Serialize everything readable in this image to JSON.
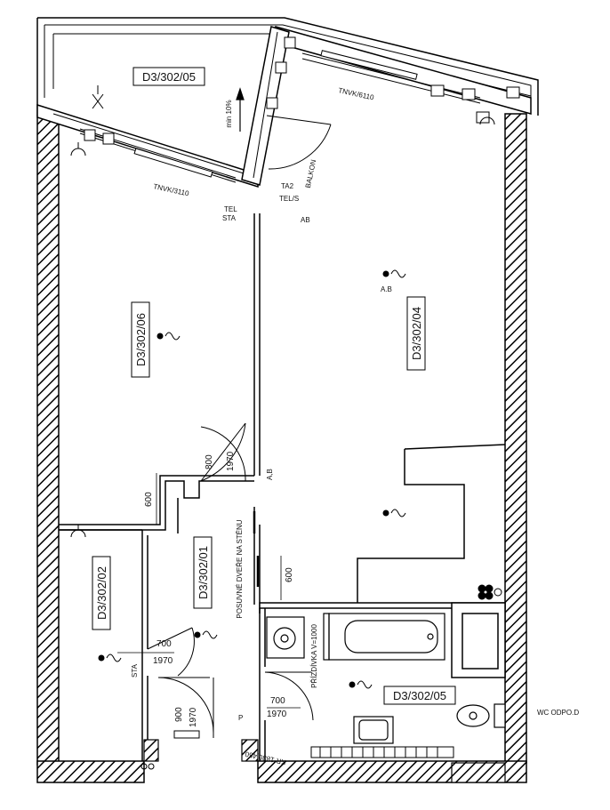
{
  "rooms": {
    "loggia": "D3/302/05",
    "bedroom": "D3/302/06",
    "living": "D3/302/04",
    "hall": "D3/302/01",
    "storage": "D3/302/02",
    "bathroom": "D3/302/05"
  },
  "labels": {
    "balcony_slope": "min 10%",
    "balcony": "BALKON",
    "window_a": "TNVK/6110",
    "window_b": "TNVK/3110",
    "tv_a": "TA2",
    "tv_b": "TEL/S",
    "tel": "TEL",
    "sta_a": "STA",
    "ab_a": "AB",
    "ab_b": "A.B",
    "ab_c": "A,B",
    "sliding_door": "POSUVNÉ DVEŘE NA STĚNU",
    "bath_rail": "PŘÍZDÍVKA V=1000",
    "sta_b": "STA",
    "p": "P",
    "radiator": "KR 1830,450",
    "wc": "WC ODPO.D"
  },
  "dimensions": {
    "door_w_bedroom": "800",
    "door_h_bedroom": "1970",
    "niche_bedroom": "600",
    "niche_hall": "600",
    "door_w_storage": "700",
    "door_h_storage": "1970",
    "door_w_bath": "700",
    "door_h_bath": "1970",
    "door_w_entry": "900",
    "door_h_entry": "1970"
  }
}
